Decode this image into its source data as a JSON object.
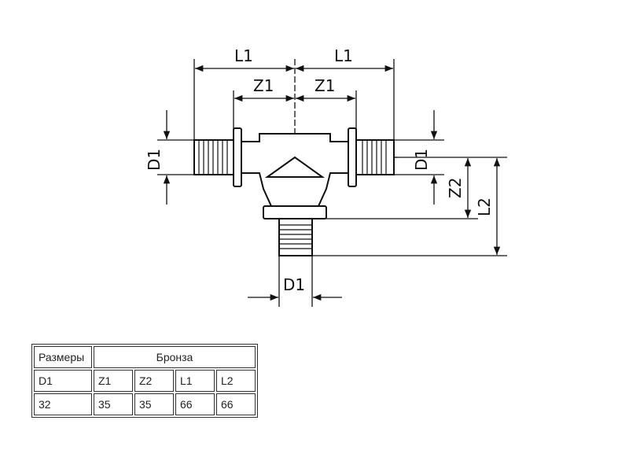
{
  "drawing": {
    "labels": {
      "l1_left": "L1",
      "l1_right": "L1",
      "z1_left": "Z1",
      "z1_right": "Z1",
      "d1_left": "D1",
      "d1_right": "D1",
      "d1_bottom": "D1",
      "z2": "Z2",
      "l2": "L2"
    }
  },
  "table": {
    "header": {
      "sizes": "Размеры",
      "material": "Бронза"
    },
    "columns": [
      "D1",
      "Z1",
      "Z2",
      "L1",
      "L2"
    ],
    "values": [
      "32",
      "35",
      "35",
      "66",
      "66"
    ]
  }
}
